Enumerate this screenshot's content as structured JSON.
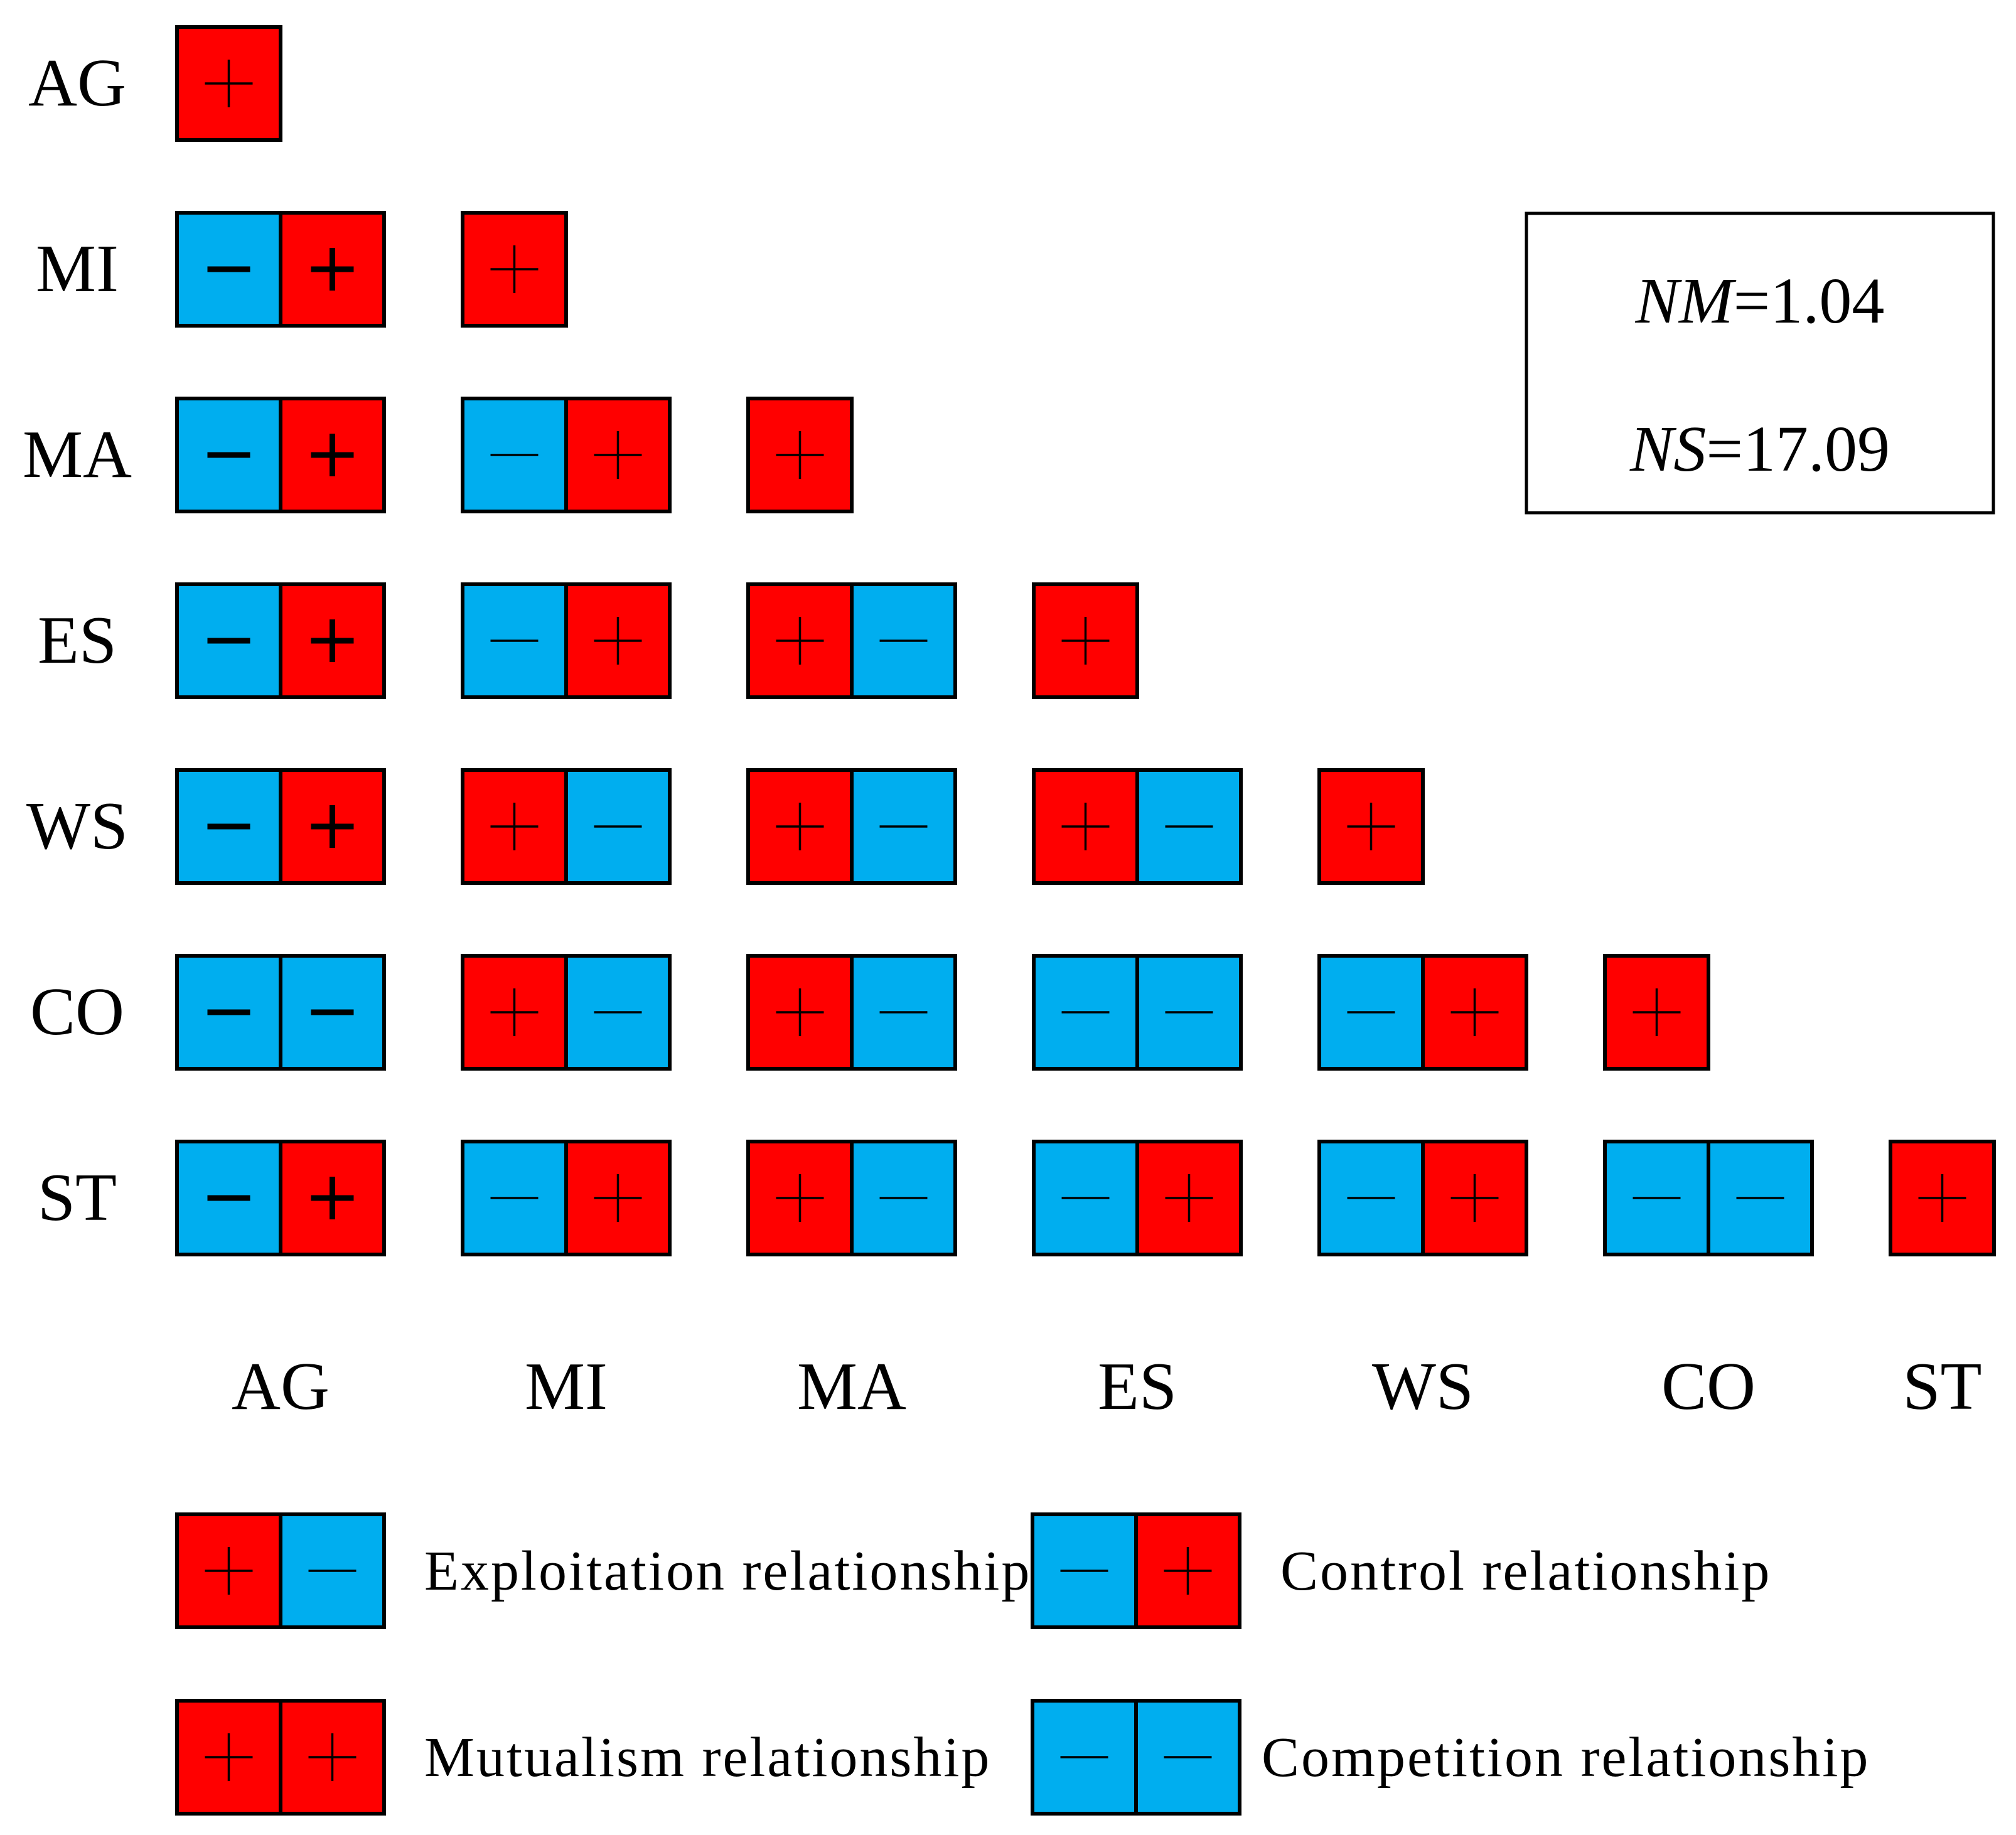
{
  "labels": [
    "AG",
    "MI",
    "MA",
    "ES",
    "WS",
    "CO",
    "ST"
  ],
  "colors": {
    "positive": "#FF0000",
    "negative": "#00AEEF",
    "stroke": "#000000"
  },
  "matrix": [
    [
      [
        "+"
      ]
    ],
    [
      [
        "-",
        "+"
      ],
      [
        "+"
      ]
    ],
    [
      [
        "-",
        "+"
      ],
      [
        "-",
        "+"
      ],
      [
        "+"
      ]
    ],
    [
      [
        "-",
        "+"
      ],
      [
        "-",
        "+"
      ],
      [
        "+",
        "-"
      ],
      [
        "+"
      ]
    ],
    [
      [
        "-",
        "+"
      ],
      [
        "+",
        "-"
      ],
      [
        "+",
        "-"
      ],
      [
        "+",
        "-"
      ],
      [
        "+"
      ]
    ],
    [
      [
        "-",
        "-"
      ],
      [
        "+",
        "-"
      ],
      [
        "+",
        "-"
      ],
      [
        "-",
        "-"
      ],
      [
        "-",
        "+"
      ],
      [
        "+"
      ]
    ],
    [
      [
        "-",
        "+"
      ],
      [
        "-",
        "+"
      ],
      [
        "+",
        "-"
      ],
      [
        "-",
        "+"
      ],
      [
        "-",
        "+"
      ],
      [
        "-",
        "-"
      ],
      [
        "+"
      ]
    ]
  ],
  "stats": {
    "nm_label": "NM",
    "nm_value": "=1.04",
    "ns_label": "NS",
    "ns_value": "=17.09"
  },
  "legend": [
    {
      "signs": [
        "+",
        "-"
      ],
      "label": "Exploitation relationship"
    },
    {
      "signs": [
        "-",
        "+"
      ],
      "label": "Control relationship"
    },
    {
      "signs": [
        "+",
        "+"
      ],
      "label": "Mutualism relationship"
    },
    {
      "signs": [
        "-",
        "-"
      ],
      "label": "Competition relationship"
    }
  ]
}
